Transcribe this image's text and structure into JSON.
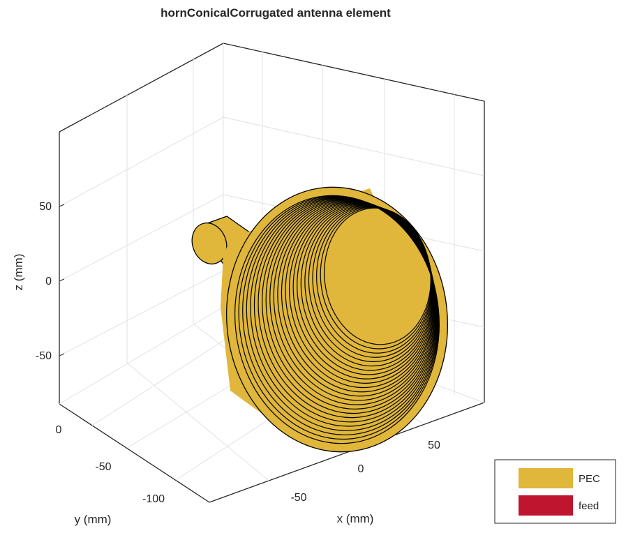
{
  "chart_data": {
    "type": "3d-surface",
    "title": "hornConicalCorrugated antenna element",
    "xlabel": "x (mm)",
    "ylabel": "y (mm)",
    "zlabel": "z (mm)",
    "x_ticks": [
      "-50",
      "0",
      "50"
    ],
    "y_ticks": [
      "0",
      "-50",
      "-100"
    ],
    "z_ticks": [
      "50",
      "0",
      "-50"
    ],
    "grid": true,
    "box": true,
    "view": "3-D perspective",
    "legend": {
      "placement": "bottom-right outside",
      "entries": [
        {
          "label": "PEC",
          "color": "#e0b63b"
        },
        {
          "label": "feed",
          "color": "#c0152f"
        }
      ]
    },
    "series": [
      {
        "name": "PEC",
        "color": "#e0b63b",
        "shape": "corrugated conical horn"
      },
      {
        "name": "feed",
        "color": "#c0152f",
        "shape": "feed port"
      }
    ]
  }
}
